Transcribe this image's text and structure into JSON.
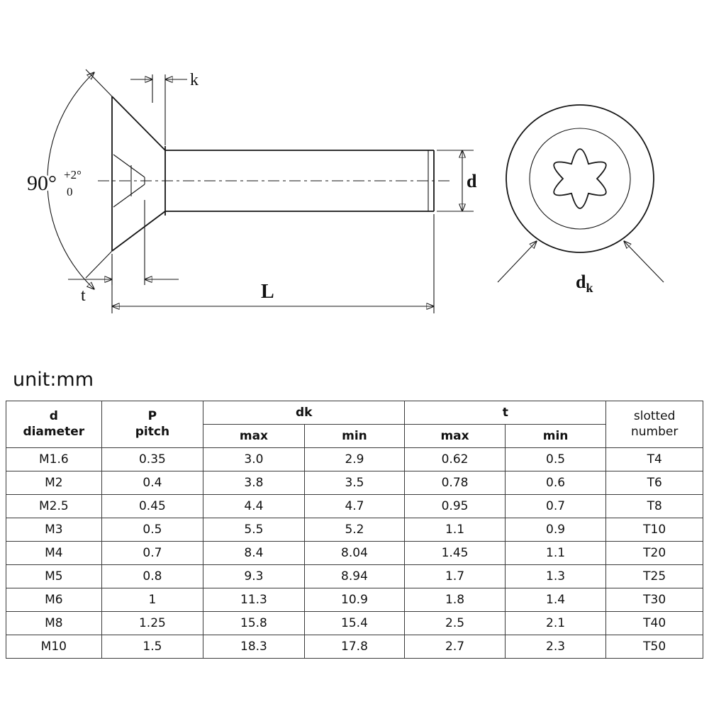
{
  "drawing": {
    "labels": {
      "k": "k",
      "d": "d",
      "L": "L",
      "t": "t",
      "dk_main": "d",
      "dk_sub": "k",
      "angle_main": "90°",
      "angle_sup": "+2°",
      "angle_sub": "0"
    }
  },
  "unit_label": "unit:mm",
  "table": {
    "header": {
      "col_d_line1": "d",
      "col_d_line2": "diameter",
      "col_p_line1": "P",
      "col_p_line2": "pitch",
      "col_dk": "dk",
      "col_t": "t",
      "max": "max",
      "min": "min",
      "col_slotted_line1": "slotted",
      "col_slotted_line2": "number"
    },
    "rows": [
      [
        "M1.6",
        "0.35",
        "3.0",
        "2.9",
        "0.62",
        "0.5",
        "T4"
      ],
      [
        "M2",
        "0.4",
        "3.8",
        "3.5",
        "0.78",
        "0.6",
        "T6"
      ],
      [
        "M2.5",
        "0.45",
        "4.4",
        "4.7",
        "0.95",
        "0.7",
        "T8"
      ],
      [
        "M3",
        "0.5",
        "5.5",
        "5.2",
        "1.1",
        "0.9",
        "T10"
      ],
      [
        "M4",
        "0.7",
        "8.4",
        "8.04",
        "1.45",
        "1.1",
        "T20"
      ],
      [
        "M5",
        "0.8",
        "9.3",
        "8.94",
        "1.7",
        "1.3",
        "T25"
      ],
      [
        "M6",
        "1",
        "11.3",
        "10.9",
        "1.8",
        "1.4",
        "T30"
      ],
      [
        "M8",
        "1.25",
        "15.8",
        "15.4",
        "2.5",
        "2.1",
        "T40"
      ],
      [
        "M10",
        "1.5",
        "18.3",
        "17.8",
        "2.7",
        "2.3",
        "T50"
      ]
    ]
  }
}
